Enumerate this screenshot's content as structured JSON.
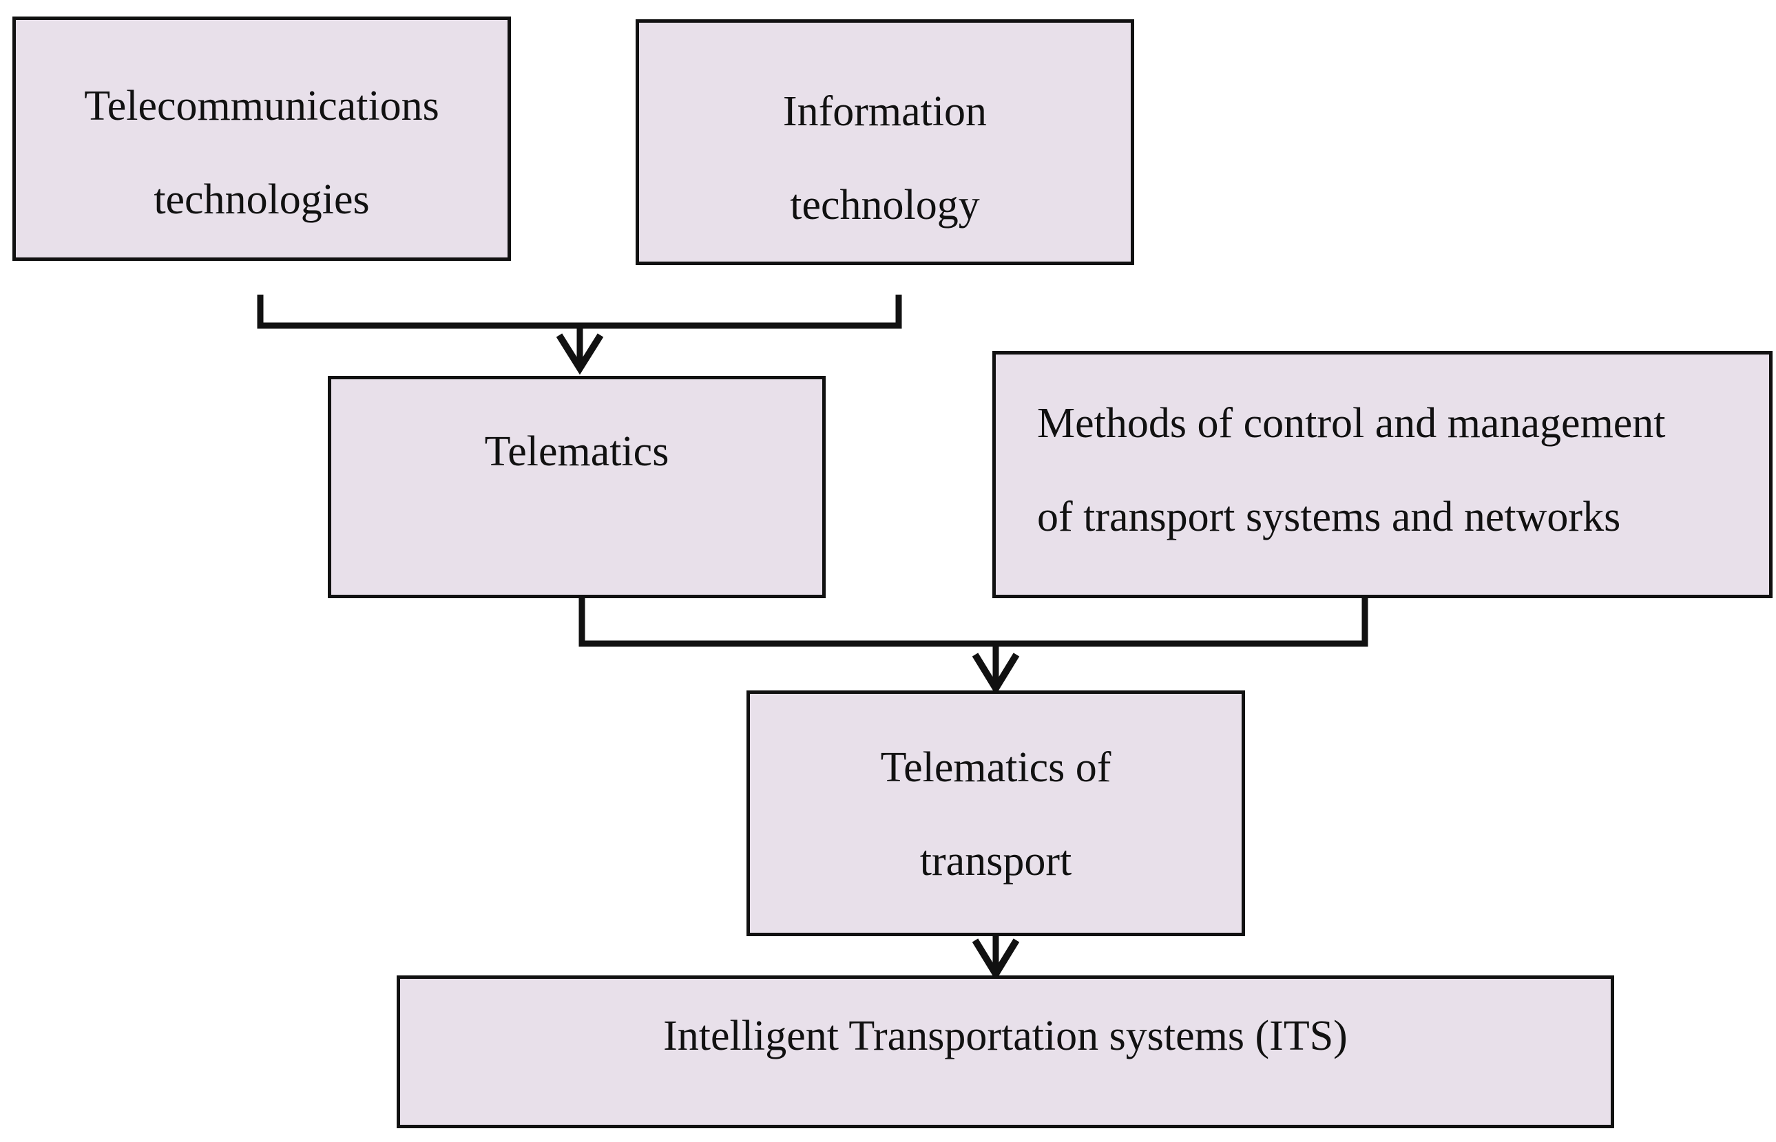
{
  "nodes": {
    "telecom": {
      "lines": [
        "Telecommunications",
        "technologies"
      ]
    },
    "infotech": {
      "lines": [
        "Information",
        "technology"
      ]
    },
    "telematics": {
      "lines": [
        "Telematics"
      ]
    },
    "methods": {
      "lines": [
        "Methods of control and management",
        "of transport systems and networks"
      ]
    },
    "telematics_transport": {
      "lines": [
        "Telematics of",
        "transport"
      ]
    },
    "its": {
      "lines": [
        "Intelligent Transportation systems (ITS)"
      ]
    }
  },
  "edges": [
    {
      "from": [
        "telecom",
        "infotech"
      ],
      "to": "telematics"
    },
    {
      "from": [
        "telematics",
        "methods"
      ],
      "to": "telematics_transport"
    },
    {
      "from": [
        "telematics_transport"
      ],
      "to": "its"
    }
  ],
  "colors": {
    "box_fill": "#e8e0ea",
    "stroke": "#111111",
    "background": "#ffffff"
  }
}
